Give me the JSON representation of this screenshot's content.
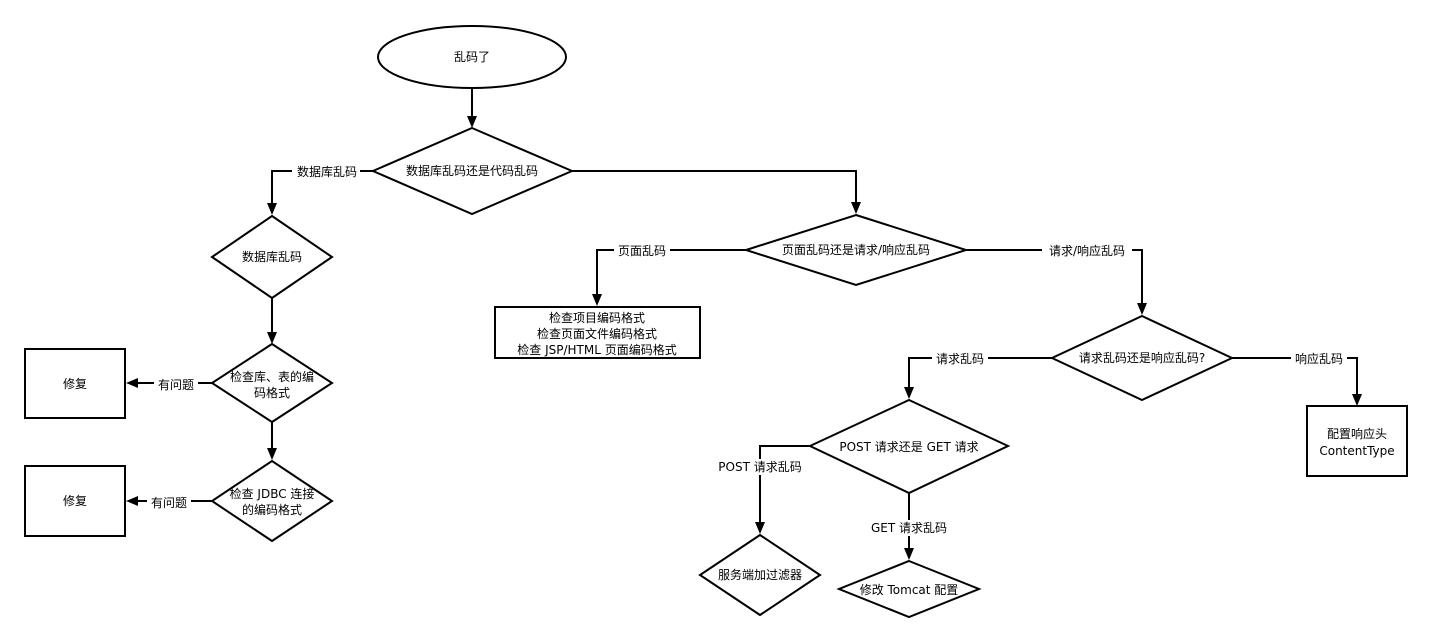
{
  "nodes": {
    "start": "乱码了",
    "d_db_or_code": "数据库乱码还是代码乱码",
    "d_db": "数据库乱码",
    "d_check_table": [
      "检查库、表的编",
      "码格式"
    ],
    "fix1": "修复",
    "d_check_jdbc": [
      "检查 JDBC 连接",
      "的编码格式"
    ],
    "fix2": "修复",
    "d_page_or_req": "页面乱码还是请求/响应乱码",
    "box_page": [
      "检查项目编码格式",
      "检查页面文件编码格式",
      "检查 JSP/HTML 页面编码格式"
    ],
    "d_req_or_resp": "请求乱码还是响应乱码?",
    "box_resp": [
      "配置响应头",
      "ContentType"
    ],
    "d_post_or_get": "POST 请求还是 GET 请求",
    "d_filter": "服务端加过滤器",
    "d_tomcat": "修改 Tomcat 配置"
  },
  "edges": {
    "db": "数据库乱码",
    "problem1": "有问题",
    "problem2": "有问题",
    "page": "页面乱码",
    "req_resp": "请求/响应乱码",
    "req": "请求乱码",
    "resp": "响应乱码",
    "post": "POST 请求乱码",
    "get": "GET 请求乱码"
  }
}
